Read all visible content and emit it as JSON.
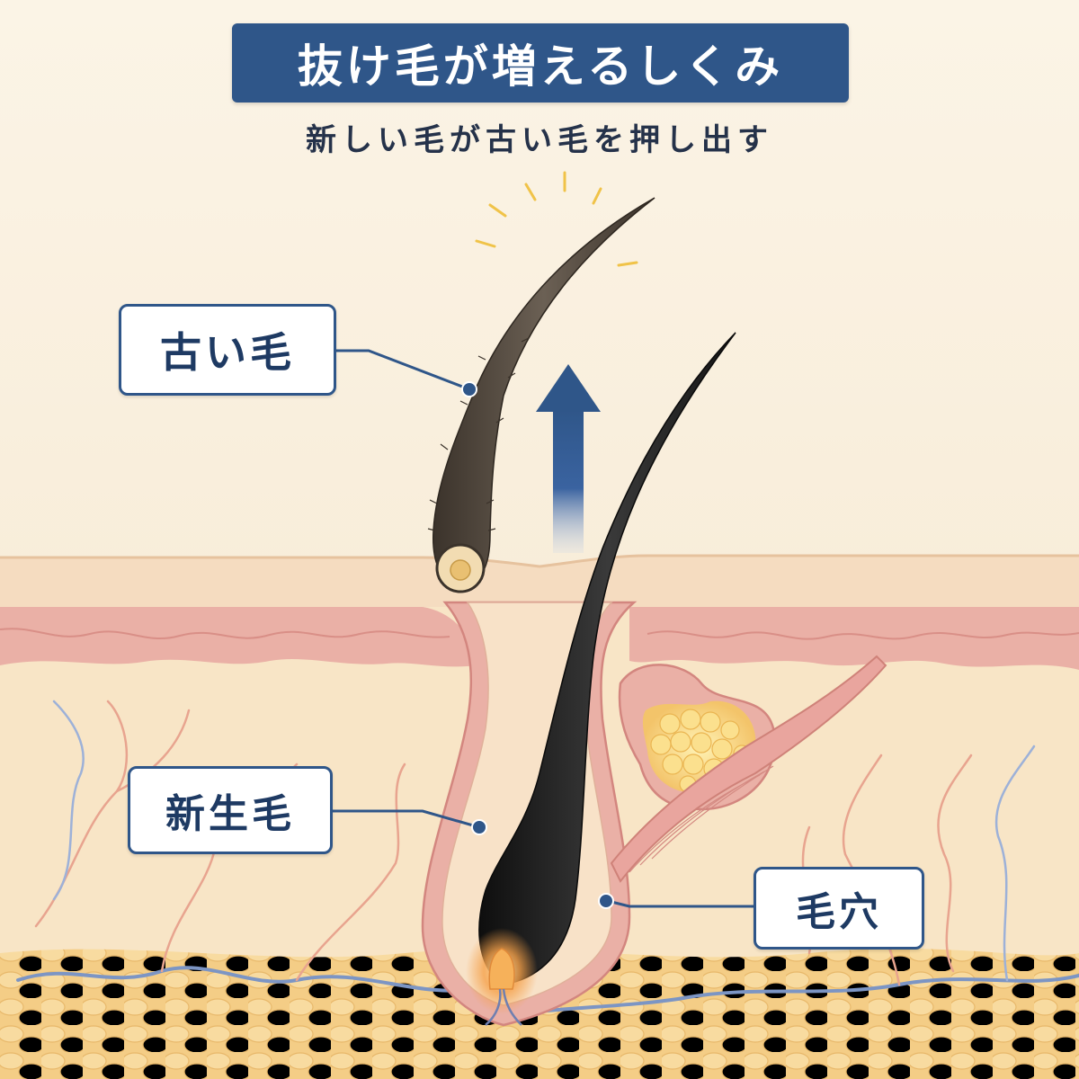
{
  "title": "抜け毛が増えるしくみ",
  "subtitle": "新しい毛が古い毛を押し出す",
  "labels": {
    "old_hair": "古い毛",
    "new_hair": "新生毛",
    "pore": "毛穴"
  },
  "colors": {
    "title_bg": "#2f5689",
    "label_border": "#2f5689",
    "label_text": "#1e3a63",
    "arrow": "#2f5689",
    "background": "#f8eedd",
    "skin_surface": "#f5dcc0",
    "dermis_pink": "#eab0a6",
    "fat": "#f6d089",
    "vein": "#7c95c4",
    "hair": "#1e1e1e",
    "old_hair": "#4a4138",
    "sparkle": "#f0c348"
  }
}
